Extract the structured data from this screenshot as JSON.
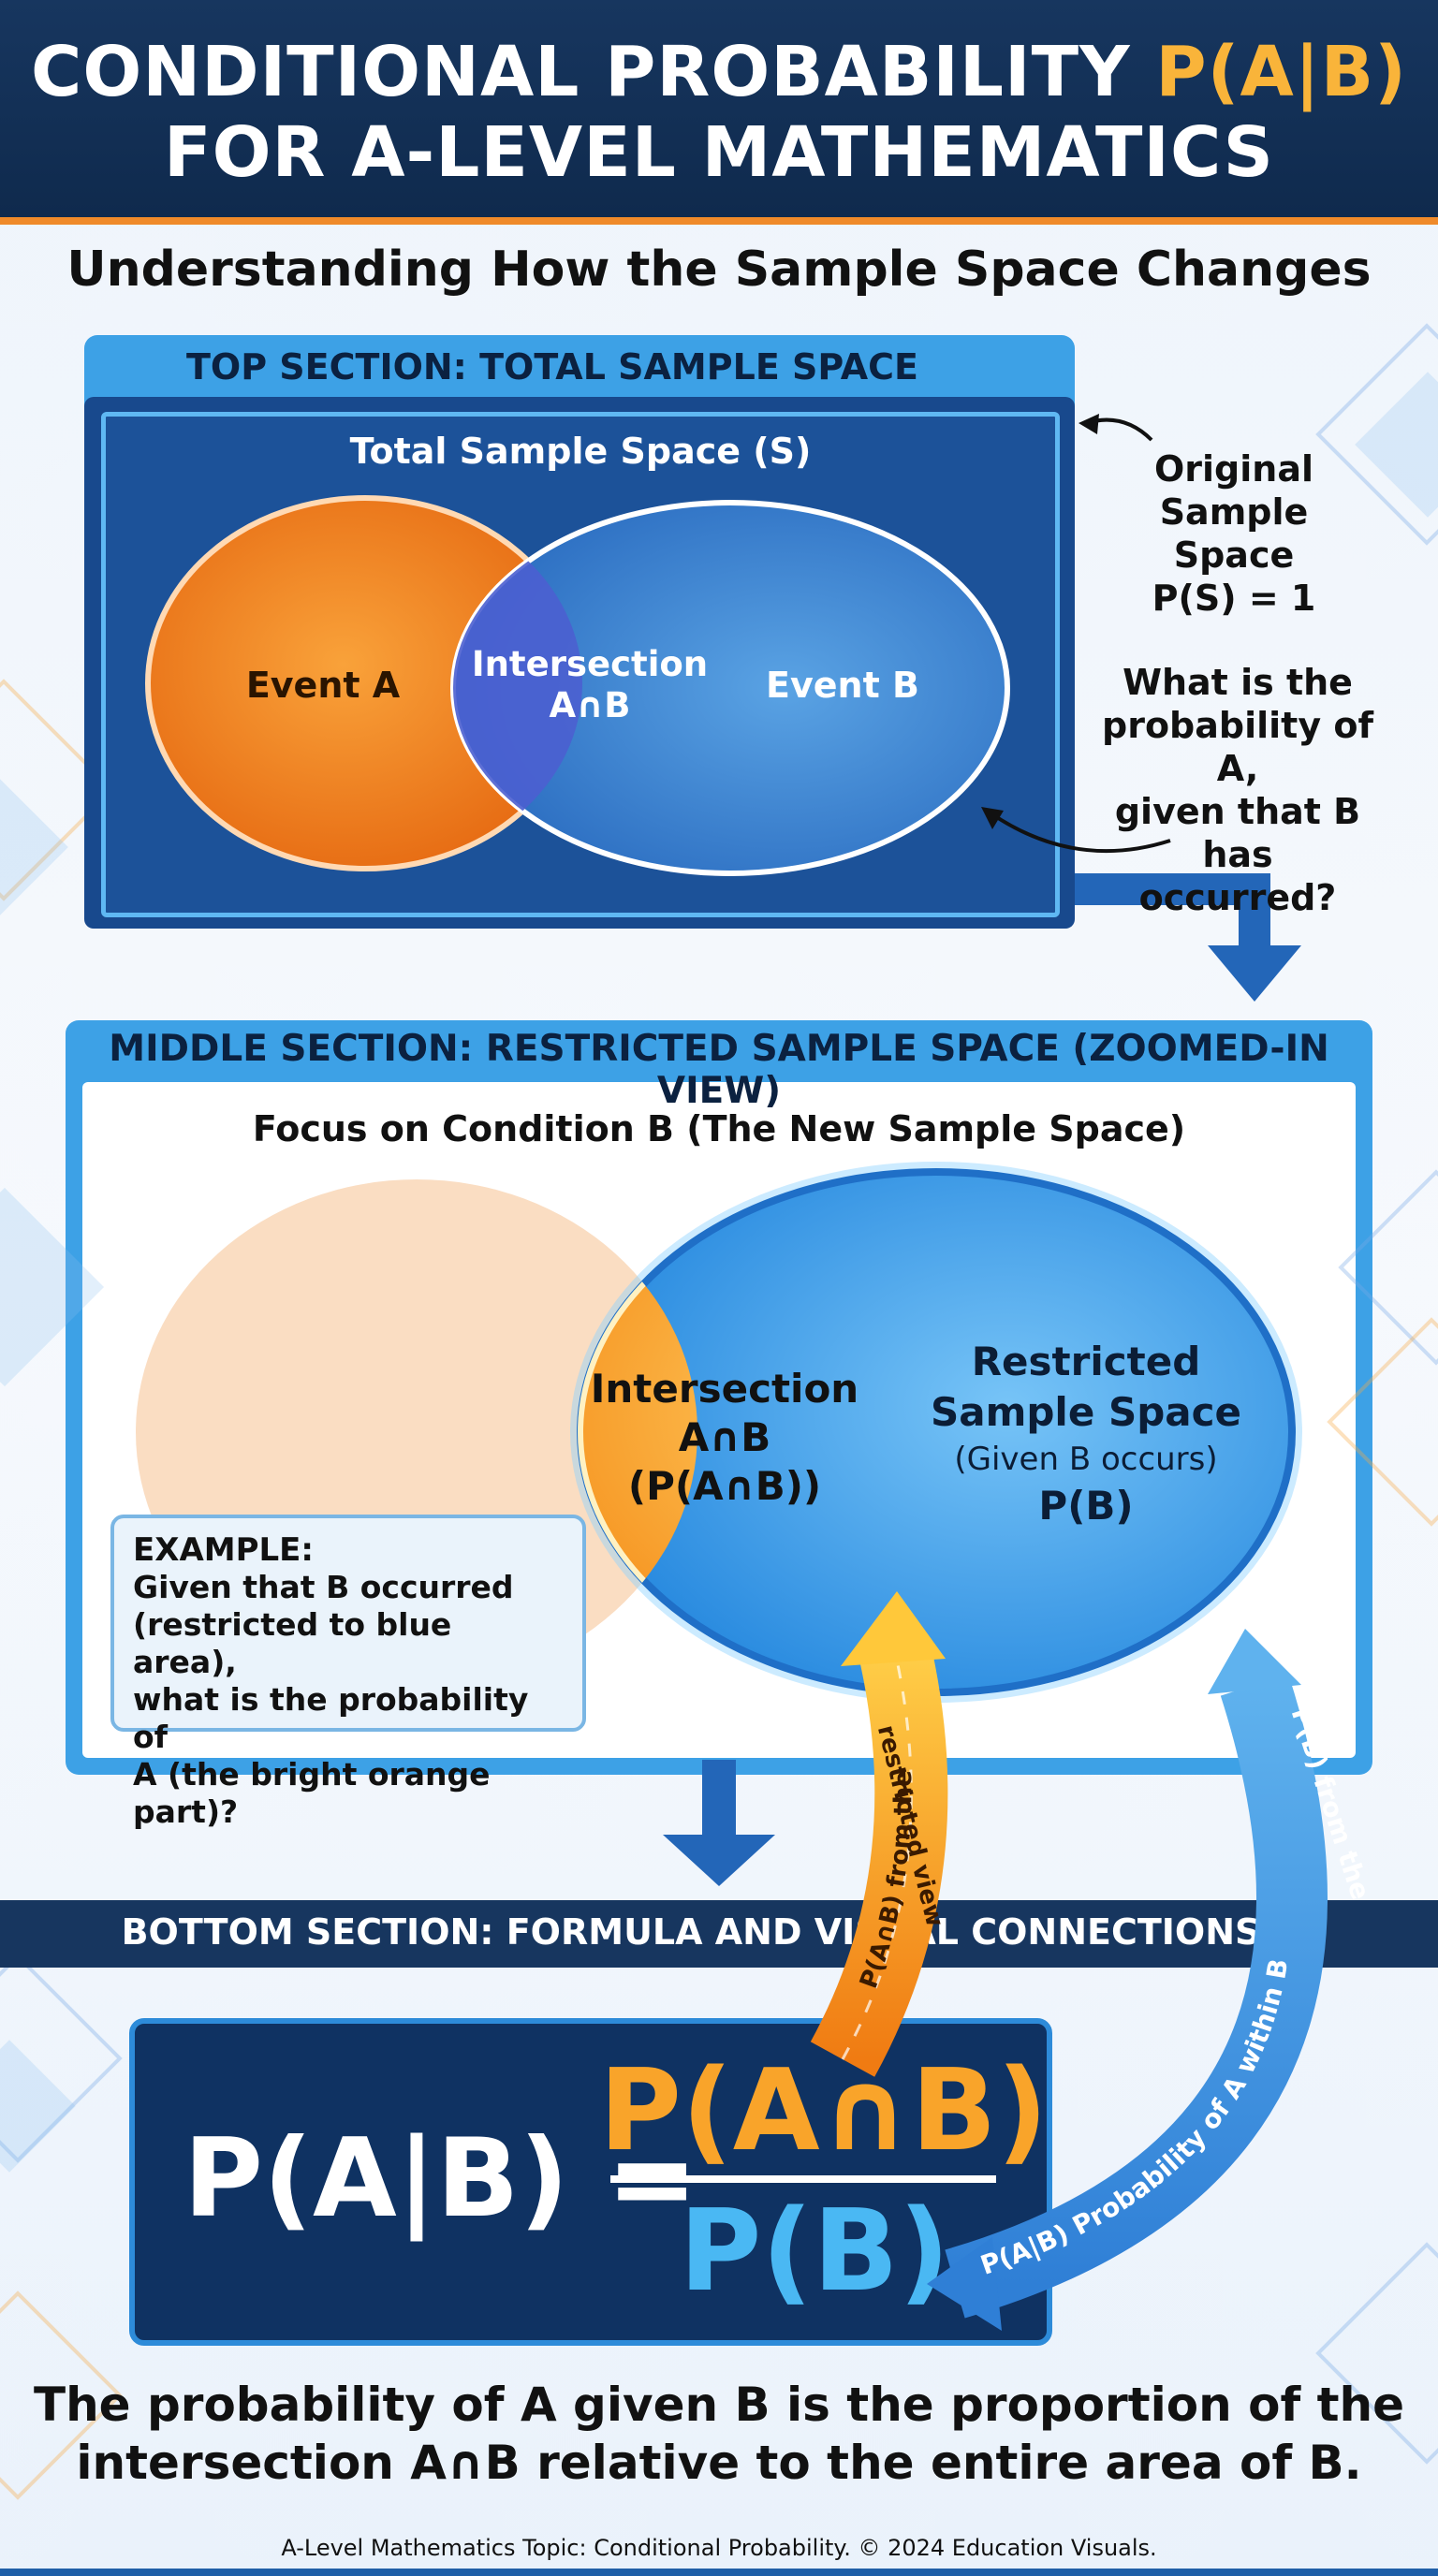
{
  "header": {
    "title_line1": "CONDITIONAL PROBABILITY",
    "title_highlight": "P(A|B)",
    "title_line2": "FOR A-LEVEL MATHEMATICS"
  },
  "subtitle": "Understanding How the Sample Space Changes",
  "top_section": {
    "label": "TOP SECTION: TOTAL SAMPLE SPACE",
    "box_title": "Total Sample Space (S)",
    "event_a": "Event A",
    "intersection_line1": "Intersection",
    "intersection_line2": "A∩B",
    "event_b": "Event B",
    "note_original": [
      "Original",
      "Sample Space",
      "P(S) = 1"
    ],
    "note_question": [
      "What is the",
      "probability of A,",
      "given that B has",
      "occurred?"
    ]
  },
  "middle_section": {
    "label": "MIDDLE SECTION: RESTRICTED SAMPLE SPACE (ZOOMED-IN VIEW)",
    "title": "Focus on Condition B (The New Sample Space)",
    "intersection": [
      "Intersection",
      "A∩B",
      "(P(A∩B))"
    ],
    "restricted": [
      "Restricted",
      "Sample Space",
      "(Given B occurs)",
      "P(B)"
    ],
    "example_title": "EXAMPLE:",
    "example_text": [
      "Given that B occurred",
      "(restricted to blue area),",
      "what is the probability of",
      "A (the bright orange part)?"
    ]
  },
  "arrows": {
    "orange_label_line1": "P(A∩B) from the",
    "orange_label_line2": "restricted view",
    "blue_label": "P(A|B) Probability of A within B",
    "blue_label_top": "P(B) from the"
  },
  "bottom_section": {
    "label": "BOTTOM SECTION: FORMULA AND VISUAL CONNECTIONS",
    "formula_lhs": "P(A|B) =",
    "formula_numerator": "P(A∩B)",
    "formula_denominator": "P(B)"
  },
  "conclusion": [
    "The probability of A given B is the proportion of the",
    "intersection A∩B relative to the entire area of B."
  ],
  "footer": "A-Level Mathematics Topic: Conditional Probability. © 2024 Education Visuals.",
  "colors": {
    "navy": "#17365f",
    "orange": "#f9a42a",
    "light_blue": "#4ab8f3",
    "section_blue": "#3da1e6"
  }
}
